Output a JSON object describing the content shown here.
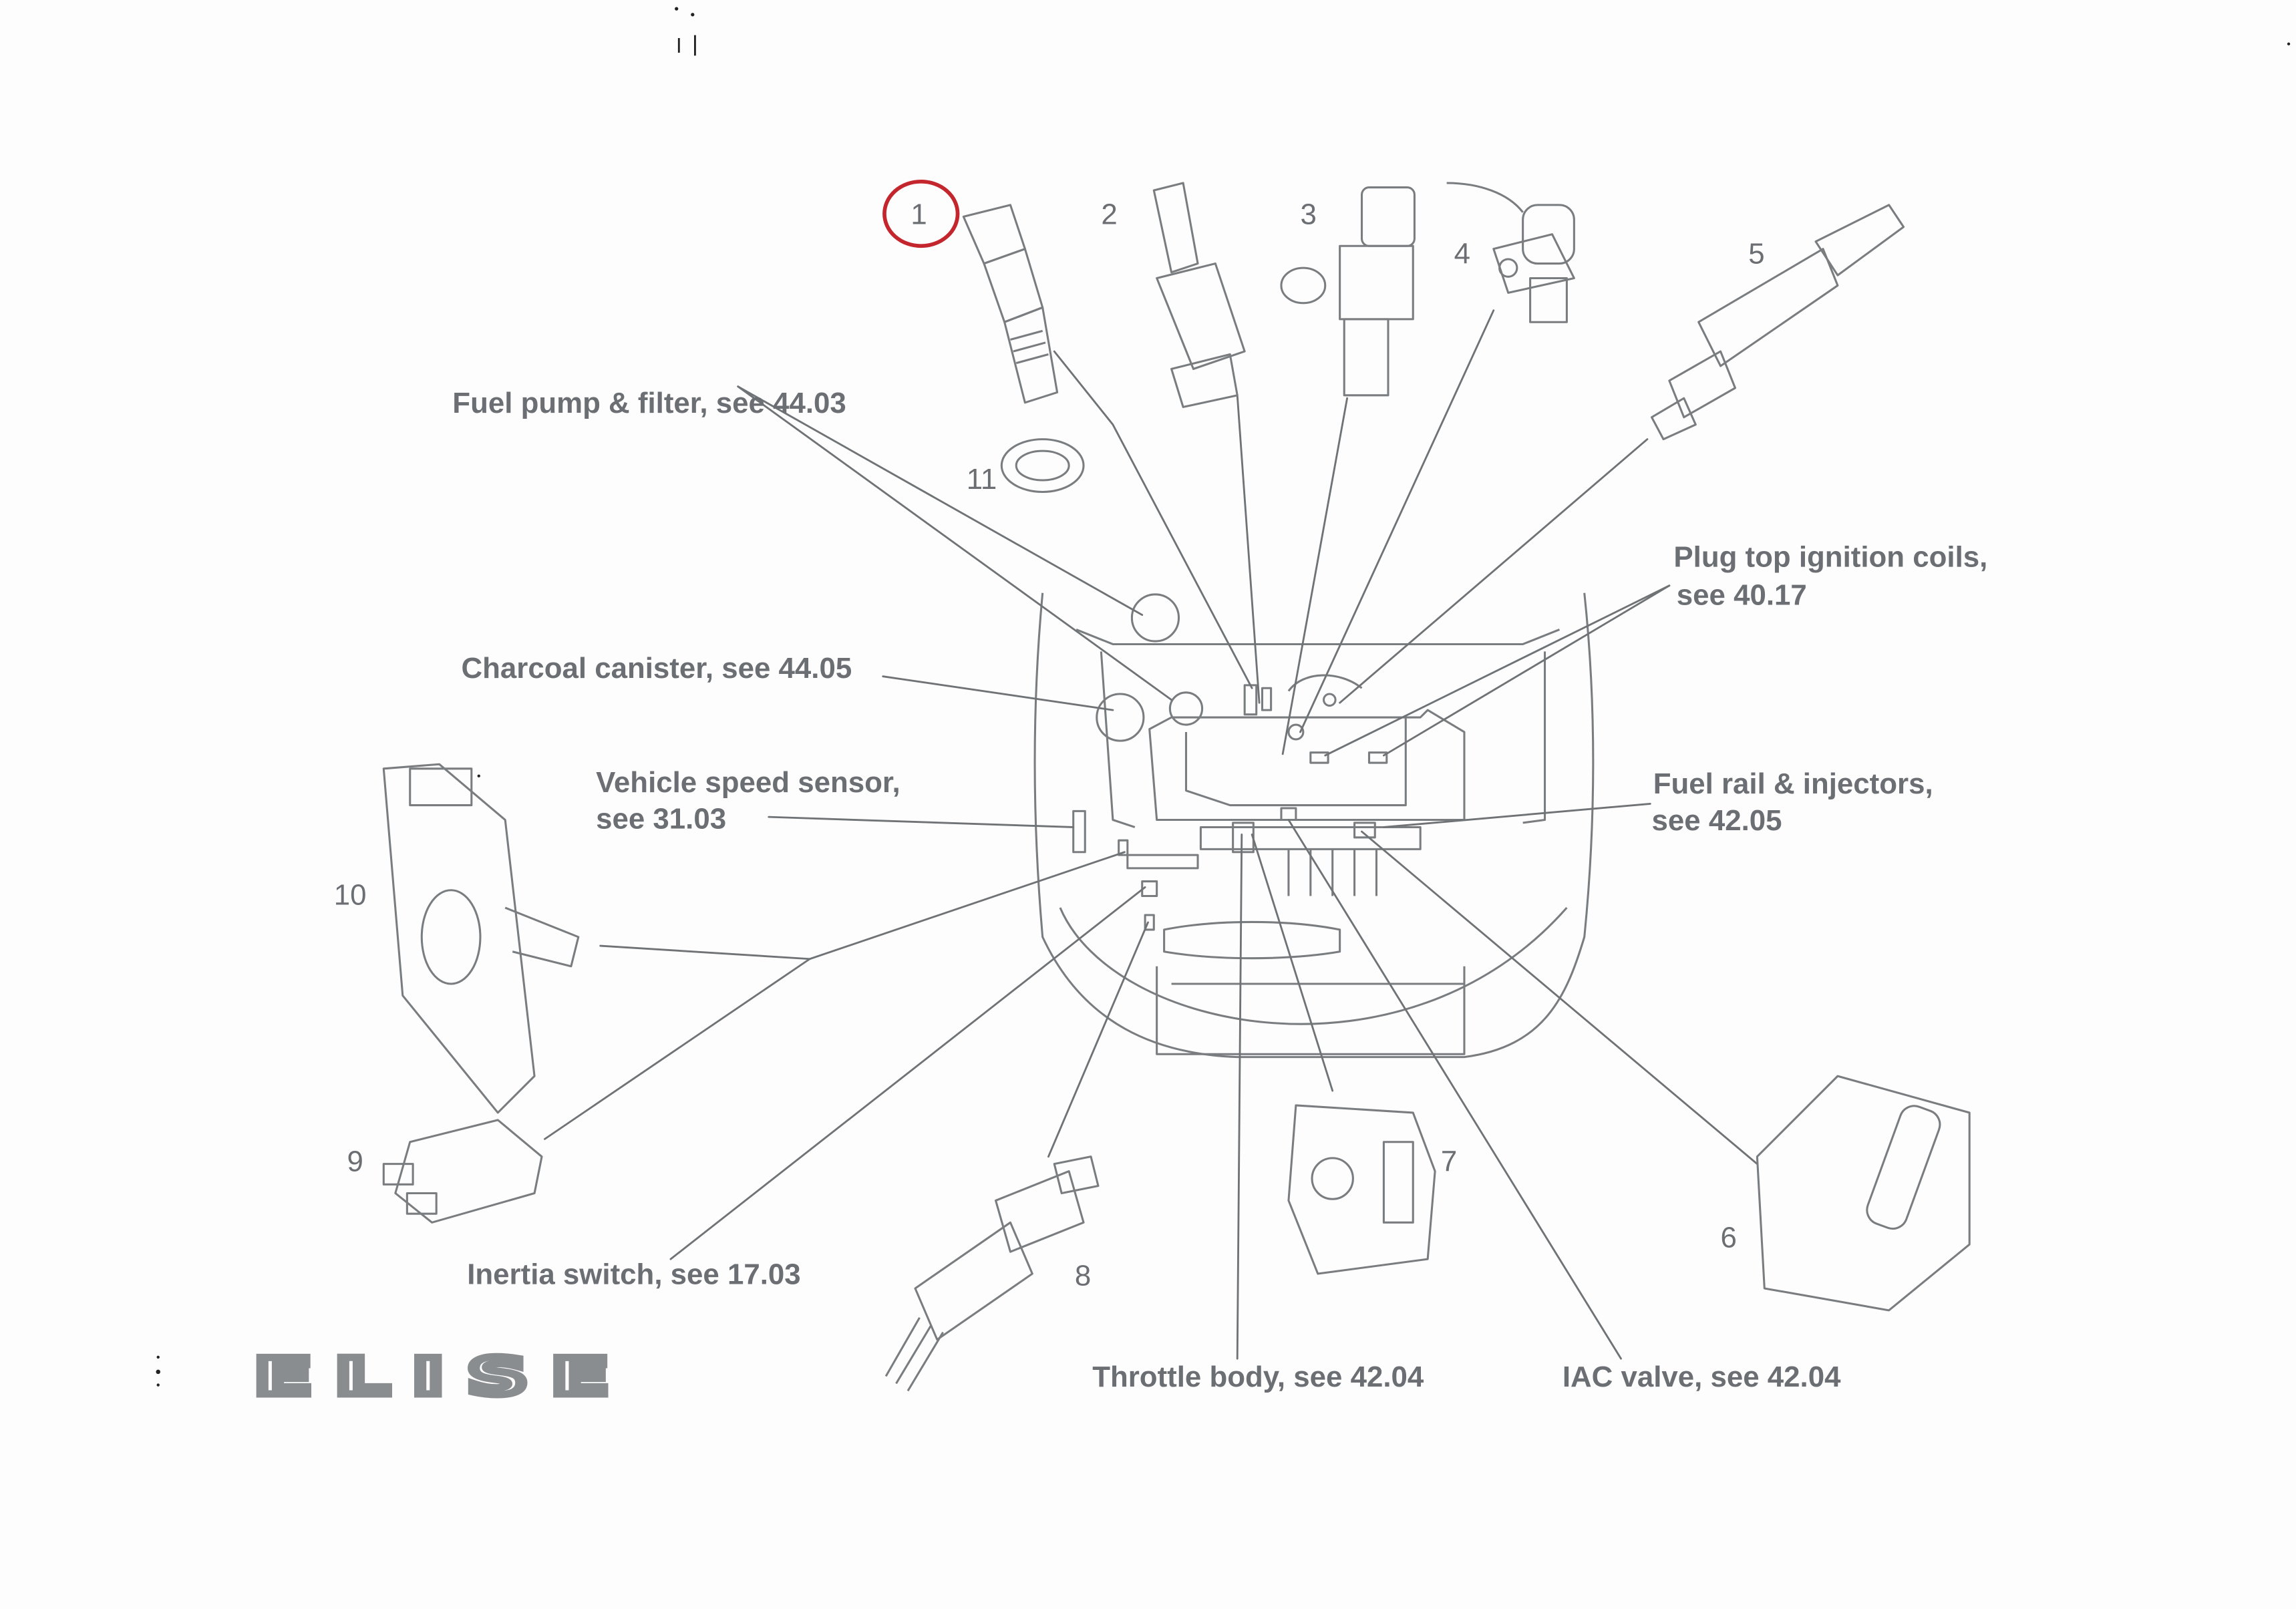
{
  "document": {
    "logo_text": "ELISE",
    "highlight_color": "#c4262e",
    "line_color": "#6f7376",
    "text_color": "#6b6e72"
  },
  "callouts": [
    {
      "id": "fuel-pump",
      "lines": [
        "Fuel pump & filter, see 44.03"
      ]
    },
    {
      "id": "charcoal-canister",
      "lines": [
        "Charcoal canister, see 44.05"
      ]
    },
    {
      "id": "vehicle-speed-sensor",
      "lines": [
        "Vehicle speed sensor,",
        "see 31.03"
      ]
    },
    {
      "id": "ignition-coils",
      "lines": [
        "Plug top ignition coils,",
        "see 40.17"
      ]
    },
    {
      "id": "fuel-rail",
      "lines": [
        "Fuel rail & injectors,",
        "see 42.05"
      ]
    },
    {
      "id": "inertia-switch",
      "lines": [
        "Inertia switch, see 17.03"
      ]
    },
    {
      "id": "throttle-body",
      "lines": [
        "Throttle body, see 42.04"
      ]
    },
    {
      "id": "iac-valve",
      "lines": [
        "IAC valve, see 42.04"
      ]
    }
  ],
  "part_numbers": [
    "1",
    "2",
    "3",
    "4",
    "5",
    "6",
    "7",
    "8",
    "9",
    "10",
    "11"
  ],
  "highlighted_part": "1"
}
